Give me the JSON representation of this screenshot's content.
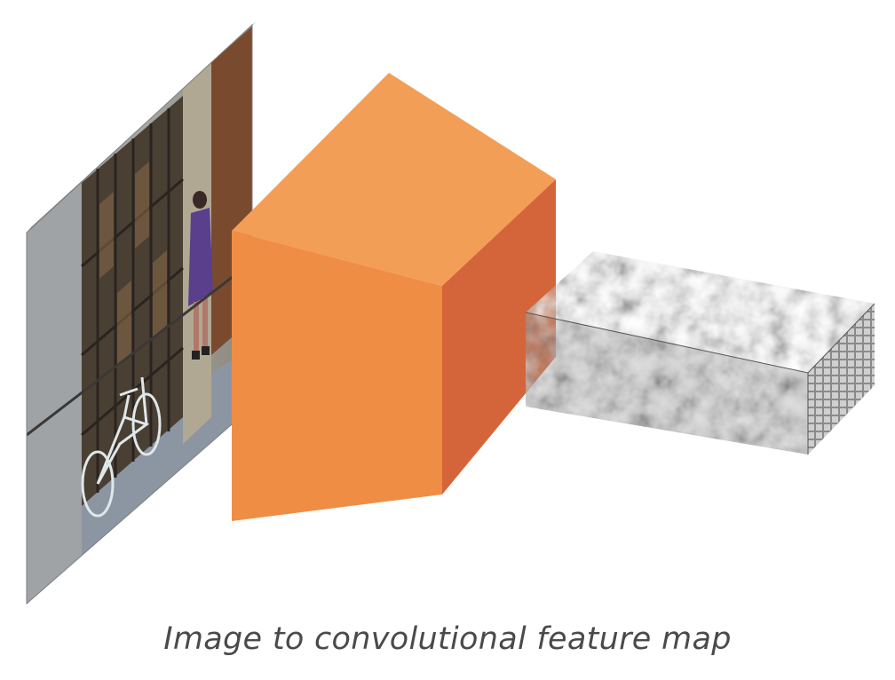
{
  "caption": "Image to convolutional feature map",
  "colors": {
    "conv_front": "#F08D45",
    "conv_top": "#F39E57",
    "conv_side": "#D4653A",
    "feature_map_light": "#d9d9d9",
    "feature_map_dark": "#3c3c3c"
  },
  "elements": {
    "input_image": "photo-of-street-with-bicycle-and-woman",
    "convolution": "orange-prism",
    "feature_map": "gray-textured-volume"
  }
}
